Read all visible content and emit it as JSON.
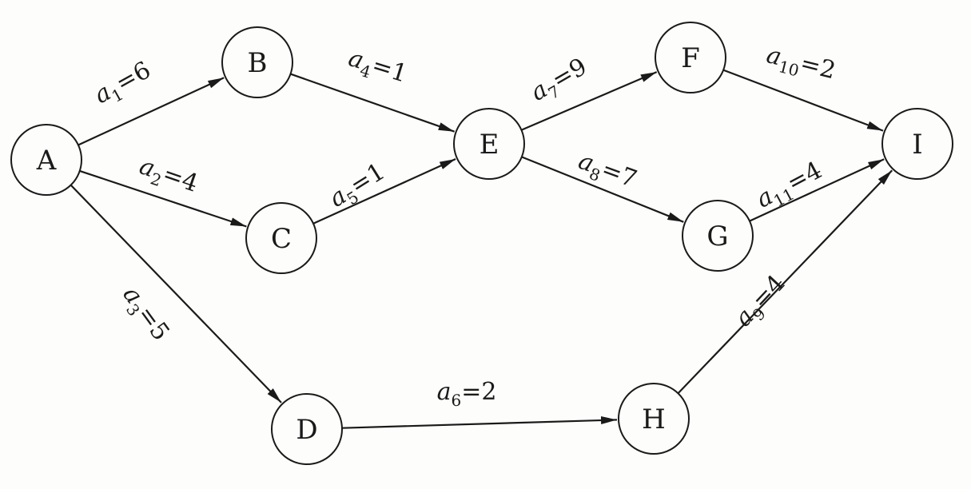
{
  "nodes": [
    {
      "id": "A",
      "label": "A"
    },
    {
      "id": "B",
      "label": "B"
    },
    {
      "id": "C",
      "label": "C"
    },
    {
      "id": "D",
      "label": "D"
    },
    {
      "id": "E",
      "label": "E"
    },
    {
      "id": "F",
      "label": "F"
    },
    {
      "id": "G",
      "label": "G"
    },
    {
      "id": "H",
      "label": "H"
    },
    {
      "id": "I",
      "label": "I"
    }
  ],
  "edges": [
    {
      "id": "a1",
      "from": "A",
      "to": "B",
      "var": "a",
      "sub": "1",
      "weight": "6"
    },
    {
      "id": "a2",
      "from": "A",
      "to": "C",
      "var": "a",
      "sub": "2",
      "weight": "4"
    },
    {
      "id": "a3",
      "from": "A",
      "to": "D",
      "var": "a",
      "sub": "3",
      "weight": "5"
    },
    {
      "id": "a4",
      "from": "B",
      "to": "E",
      "var": "a",
      "sub": "4",
      "weight": "1"
    },
    {
      "id": "a5",
      "from": "C",
      "to": "E",
      "var": "a",
      "sub": "5",
      "weight": "1"
    },
    {
      "id": "a6",
      "from": "D",
      "to": "H",
      "var": "a",
      "sub": "6",
      "weight": "2"
    },
    {
      "id": "a7",
      "from": "E",
      "to": "F",
      "var": "a",
      "sub": "7",
      "weight": "9"
    },
    {
      "id": "a8",
      "from": "E",
      "to": "G",
      "var": "a",
      "sub": "8",
      "weight": "7"
    },
    {
      "id": "a9",
      "from": "H",
      "to": "I",
      "var": "a",
      "sub": "9",
      "weight": "4"
    },
    {
      "id": "a10",
      "from": "F",
      "to": "I",
      "var": "a",
      "sub": "10",
      "weight": "2"
    },
    {
      "id": "a11",
      "from": "G",
      "to": "I",
      "var": "a",
      "sub": "11",
      "weight": "4"
    }
  ]
}
